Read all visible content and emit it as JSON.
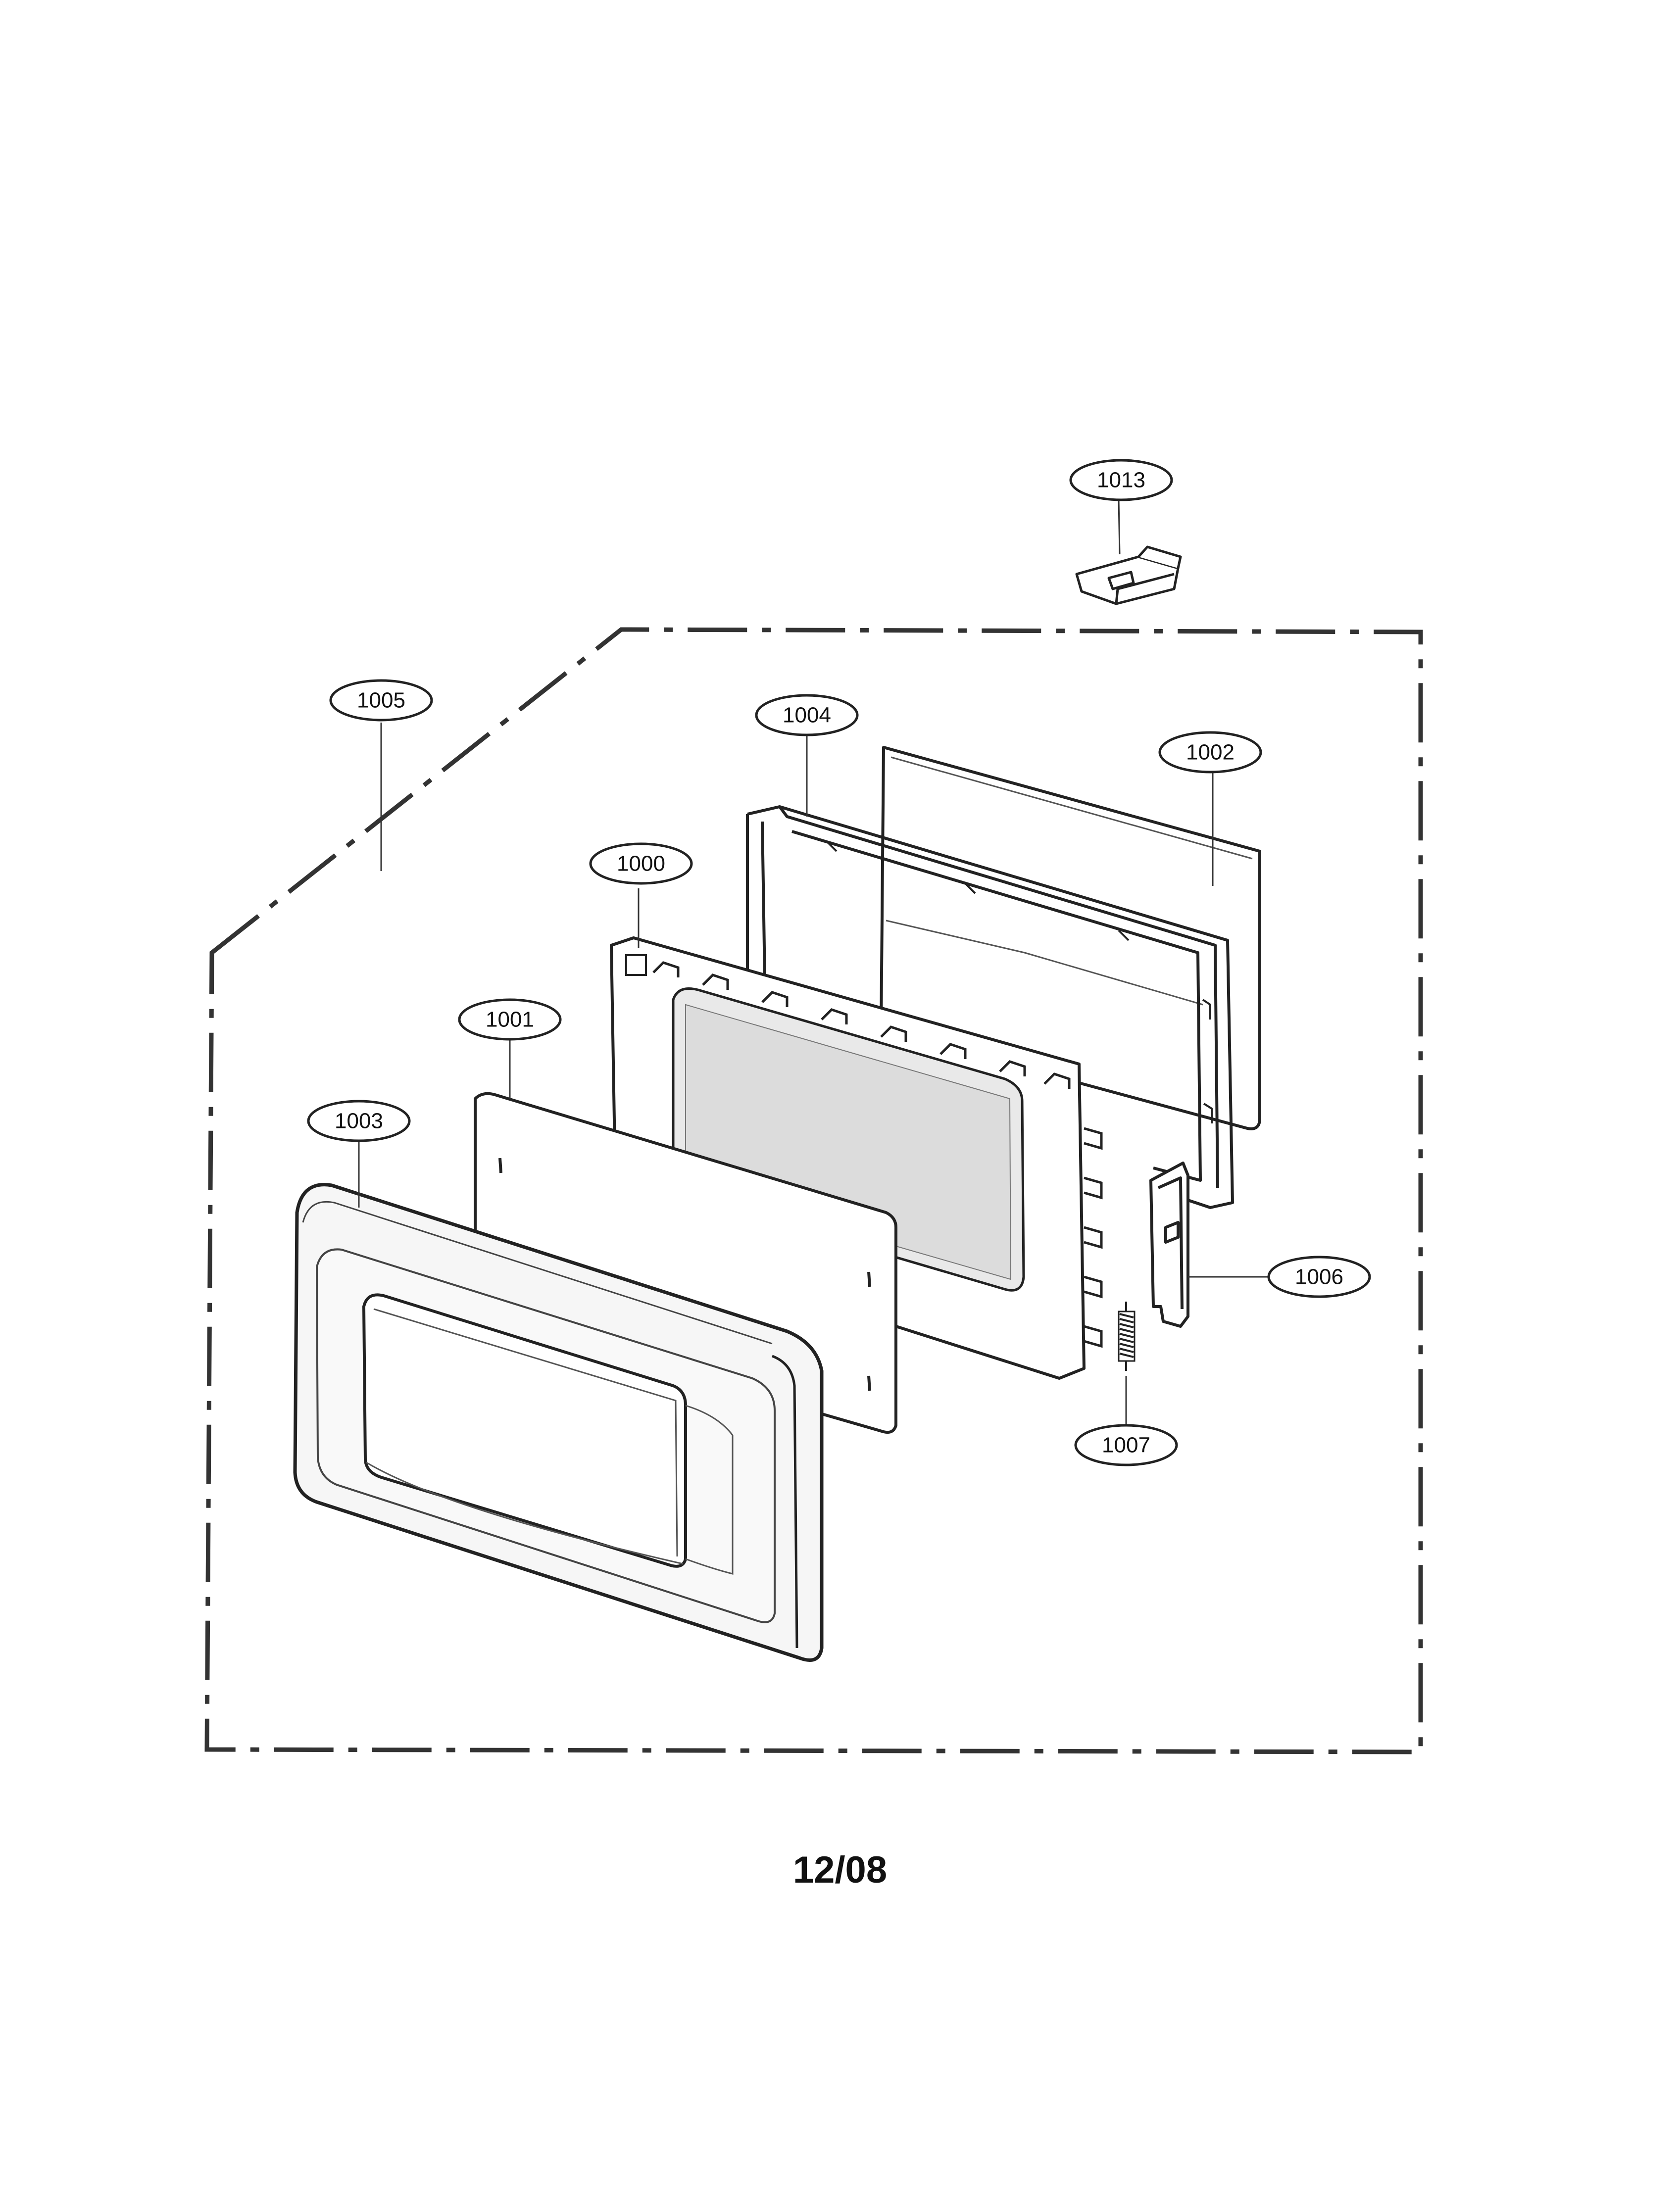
{
  "callouts": {
    "c1013": "1013",
    "c1005": "1005",
    "c1004": "1004",
    "c1002": "1002",
    "c1000": "1000",
    "c1001": "1001",
    "c1003": "1003",
    "c1006": "1006",
    "c1007": "1007"
  },
  "footer": {
    "date": "12/08"
  }
}
